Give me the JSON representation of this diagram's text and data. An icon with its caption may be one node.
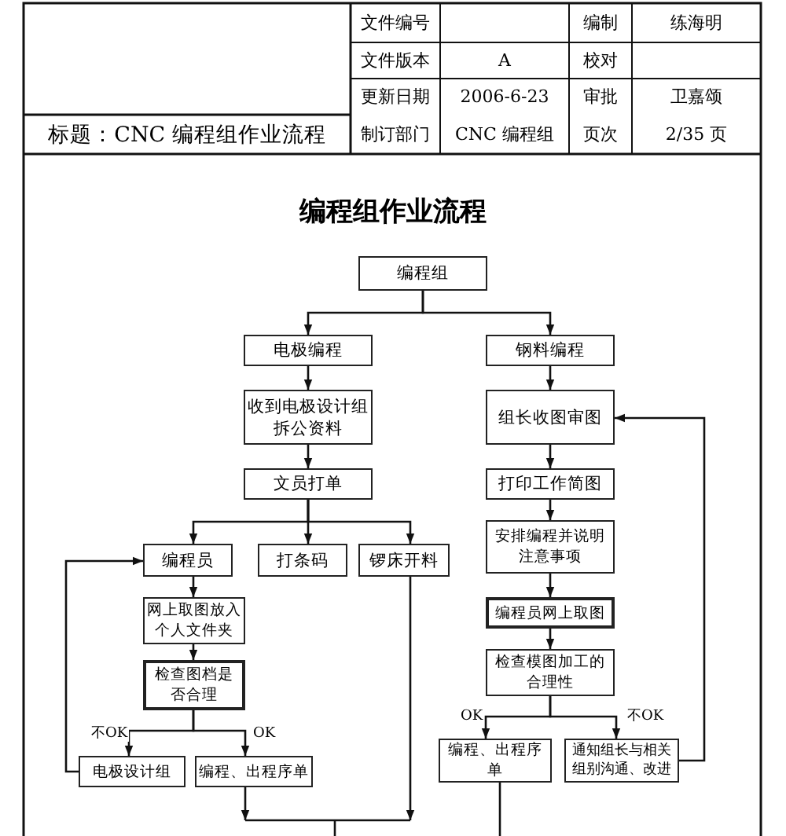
{
  "diagram": {
    "title": "编程组作业流程",
    "nodes": [
      {
        "text": [
          "编程组"
        ]
      },
      {
        "text": [
          "电极编程"
        ]
      },
      {
        "text": [
          "钢料编程"
        ]
      },
      {
        "text": [
          "收到电极设计组拆公资料"
        ]
      },
      {
        "text": [
          "组长收图审图"
        ]
      },
      {
        "text": [
          "文员打单"
        ]
      },
      {
        "text": [
          "打印工作简图"
        ]
      },
      {
        "text": [
          "编程员"
        ]
      },
      {
        "text": [
          "打条码"
        ]
      },
      {
        "text": [
          "锣床开料"
        ]
      },
      {
        "text": [
          "安排编程并说明注意事项"
        ]
      },
      {
        "text": [
          "网上取图放入个人文件夹"
        ]
      },
      {
        "text": [
          "编程员网上取图"
        ]
      },
      {
        "text": [
          "检查图档是否合理"
        ]
      },
      {
        "text": [
          "检查模图加工的合理性"
        ]
      },
      {
        "text": [
          "电极设计组"
        ]
      },
      {
        "text": [
          "编程、出程序单"
        ]
      },
      {
        "text": [
          "编程、出程序单"
        ]
      },
      {
        "text": [
          "通知组长与相关组别沟通、改进"
        ]
      }
    ],
    "edges": [
      {
        "from": 0,
        "to": 1,
        "arrow": "to"
      },
      {
        "from": 0,
        "to": 2,
        "arrow": "to"
      },
      {
        "from": 1,
        "to": 3,
        "arrow": "to"
      },
      {
        "from": 3,
        "to": 5,
        "arrow": "to"
      },
      {
        "from": 5,
        "to": 7,
        "arrow": "to"
      },
      {
        "from": 5,
        "to": 8,
        "arrow": "to"
      },
      {
        "from": 5,
        "to": 9,
        "arrow": "to"
      },
      {
        "from": 7,
        "to": 11,
        "arrow": "to"
      },
      {
        "from": 11,
        "to": 13,
        "arrow": "to"
      },
      {
        "from": 13,
        "to": 15,
        "arrow": "to",
        "label": "不OK"
      },
      {
        "from": 13,
        "to": 16,
        "arrow": "to",
        "label": "OK"
      },
      {
        "from": 15,
        "to": 7,
        "arrow": "to"
      },
      {
        "from": 2,
        "to": 4,
        "arrow": "to"
      },
      {
        "from": 4,
        "to": 6,
        "arrow": "to"
      },
      {
        "from": 6,
        "to": 10,
        "arrow": "to"
      },
      {
        "from": 10,
        "to": 12,
        "arrow": "to"
      },
      {
        "from": 12,
        "to": 14,
        "arrow": "to"
      },
      {
        "from": 14,
        "to": 17,
        "arrow": "to",
        "label": "OK"
      },
      {
        "from": 14,
        "to": 18,
        "arrow": "to",
        "label": "不OK"
      },
      {
        "from": 18,
        "to": 4,
        "arrow": "to"
      },
      {
        "from": 16,
        "to": null,
        "arrow": "to"
      },
      {
        "from": 9,
        "to": null,
        "arrow": "to"
      },
      {
        "from": 17,
        "to": null,
        "arrow": "none"
      }
    ],
    "labels": [
      "文件编号",
      "编制",
      "练海明",
      "文件版本",
      "A",
      "校对",
      "更新日期",
      "2006-6-23",
      "审批",
      "卫嘉颂",
      "标题：CNC 编程组作业流程",
      "制订部门",
      "CNC 编程组",
      "页次",
      "2/35 页"
    ]
  }
}
